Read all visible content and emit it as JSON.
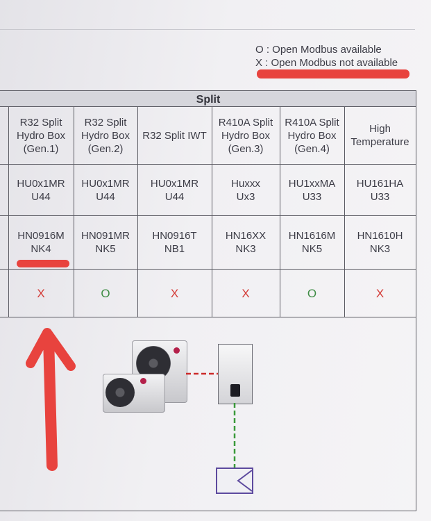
{
  "legend": {
    "line1": "O : Open Modbus available",
    "line2": "X : Open Modbus not available"
  },
  "table": {
    "group_header": "Split",
    "columns": [
      "R32 Split\nHydro Box\n(Gen.1)",
      "R32 Split\nHydro Box\n(Gen.2)",
      "R32 Split IWT",
      "R410A Split\nHydro Box\n(Gen.3)",
      "R410A Split\nHydro Box\n(Gen.4)",
      "High\nTemperature"
    ],
    "outdoor_units": [
      "HU0x1MR\nU44",
      "HU0x1MR\nU44",
      "HU0x1MR\nU44",
      "Huxxx\nUx3",
      "HU1xxMA\nU33",
      "HU161HA\nU33"
    ],
    "indoor_units": [
      "HN0916M\nNK4",
      "HN091MR\nNK5",
      "HN0916T\nNB1",
      "HN16XX\nNK3",
      "HN1616M\nNK5",
      "HN1610H\nNK3"
    ],
    "modbus": [
      "X",
      "O",
      "X",
      "X",
      "O",
      "X"
    ]
  },
  "colors": {
    "accent_red": "#e8433e",
    "mark_x": "#d43a36",
    "mark_o": "#3f8d45",
    "tank_outline": "#5d4a9e",
    "pipe_red": "#cc2a2a",
    "pipe_green": "#3a9a3a"
  },
  "illustration": {
    "items": [
      "outdoor-unit-icon",
      "hydro-box-icon",
      "water-tank-icon",
      "red-arrow"
    ]
  }
}
